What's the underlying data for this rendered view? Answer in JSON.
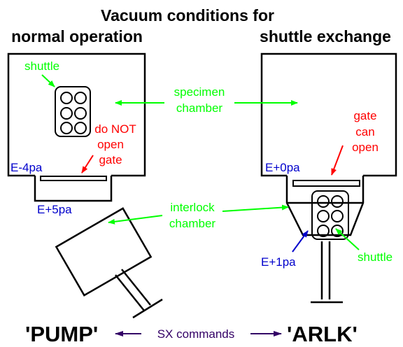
{
  "title": {
    "line1": "Vacuum conditions for",
    "left_heading": "normal operation",
    "right_heading": "shuttle exchange"
  },
  "labels": {
    "shuttle_left": "shuttle",
    "shuttle_right": "shuttle",
    "specimen_line1": "specimen",
    "specimen_line2": "chamber",
    "interlock_line1": "interlock",
    "interlock_line2": "chamber",
    "do_not_open_line1": "do NOT",
    "do_not_open_line2": "open",
    "do_not_open_line3": "gate",
    "gate_can_open_line1": "gate",
    "gate_can_open_line2": "can",
    "gate_can_open_line3": "open"
  },
  "pressures": {
    "left_chamber": "E-4pa",
    "left_interlock": "E+5pa",
    "right_chamber": "E+0pa",
    "right_interlock": "E+1pa"
  },
  "commands": {
    "pump": "'PUMP'",
    "arlk": "'ARLK'",
    "sx": "SX commands"
  },
  "colors": {
    "green": "#00ff00",
    "red": "#ff0000",
    "blue": "#0000cc",
    "purple": "#330066",
    "black": "#000000"
  }
}
